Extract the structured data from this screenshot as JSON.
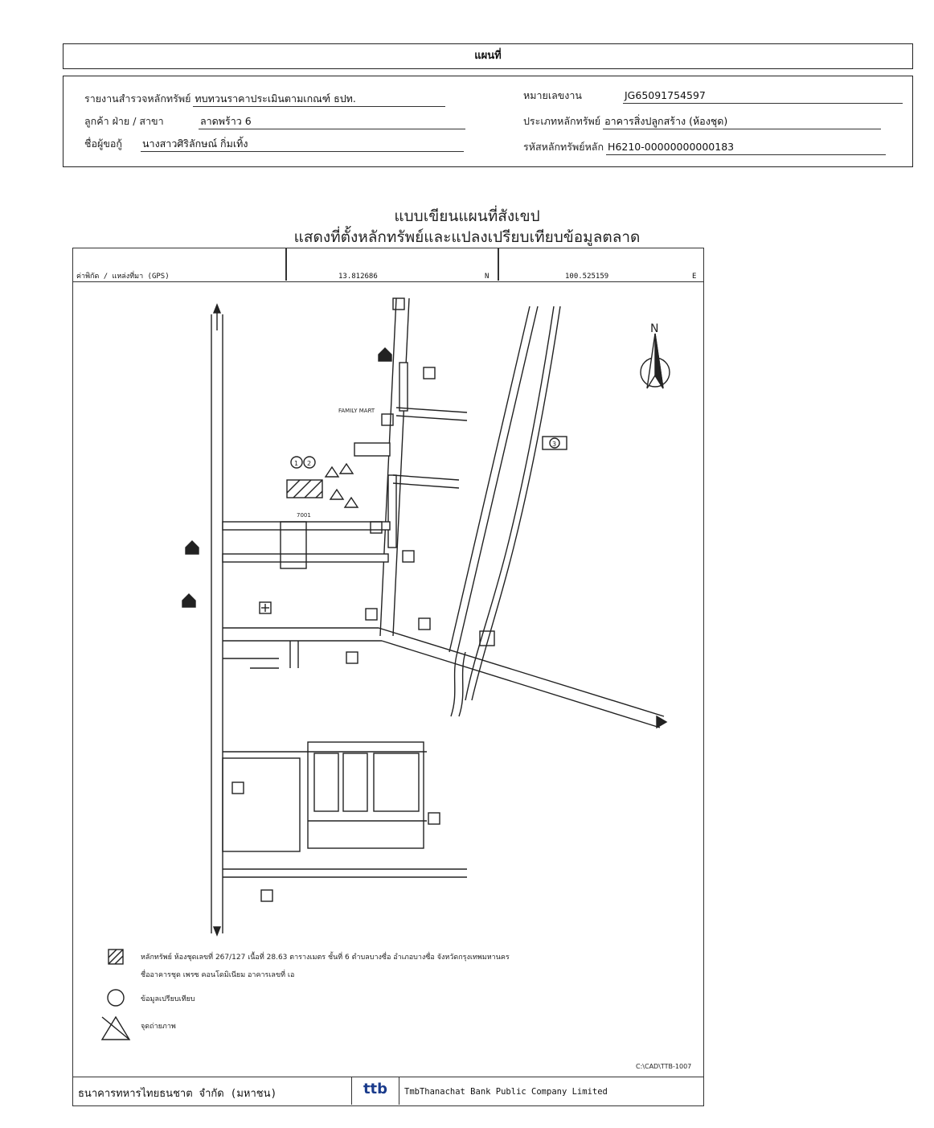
{
  "header": {
    "title": "แผนที่"
  },
  "info": {
    "survey_label": "รายงานสำรวจหลักทรัพย์",
    "survey_value": "ทบทวนราคาประเมินตามเกณฑ์ ธปท.",
    "customer_label": "ลูกค้า ฝ่าย / สาขา",
    "customer_value": "ลาดพร้าว 6",
    "borrower_label": "ชื่อผู้ขอกู้",
    "borrower_value": "นางสาวศิริลักษณ์ กิ่มเทิ้ง",
    "job_label": "หมายเลขงาน",
    "job_value": "JG65091754597",
    "asset_type_label": "ประเภทหลักทรัพย์",
    "asset_type_value": "อาคารสิ่งปลูกสร้าง (ห้องชุด)",
    "asset_code_label": "รหัสหลักทรัพย์หลัก",
    "asset_code_value": "H6210-00000000000183"
  },
  "map": {
    "title1": "แบบเขียนแผนที่สังเขป",
    "title2": "แสดงที่ตั้งหลักทรัพย์และแปลงเปรียบเทียบข้อมูลตลาด",
    "coord_label": "ค่าพิกัด / แหล่งที่มา (GPS)",
    "lat": "13.812686",
    "lat_dir": "N",
    "lon": "100.525159",
    "lon_dir": "E",
    "north": "N",
    "labels": {
      "family_mart": "FAMILY MART",
      "marker3": "3",
      "marker1": "1",
      "marker2": "2",
      "seven": "7001"
    },
    "legend": {
      "asset_line1": "หลักทรัพย์ ห้องชุดเลขที่ 267/127 เนื้อที่ 28.63 ตารางเมตร ชั้นที่ 6 ตำบลบางซื่อ อำเภอบางซื่อ จังหวัดกรุงเทพมหานคร",
      "asset_line2": "ชื่ออาคารชุด เพรซ คอนโดมิเนียม อาคารเลขที่ เอ",
      "compare": "ข้อมูลเปรียบเทียบ",
      "photo": "จุดถ่ายภาพ"
    },
    "drawing_ref": "C:\\CAD\\TTB-1007",
    "bank_th": "ธนาคารทหารไทยธนชาต จำกัด (มหาชน)",
    "logo": "ttb",
    "bank_en": "TmbThanachat Bank Public Company Limited"
  }
}
